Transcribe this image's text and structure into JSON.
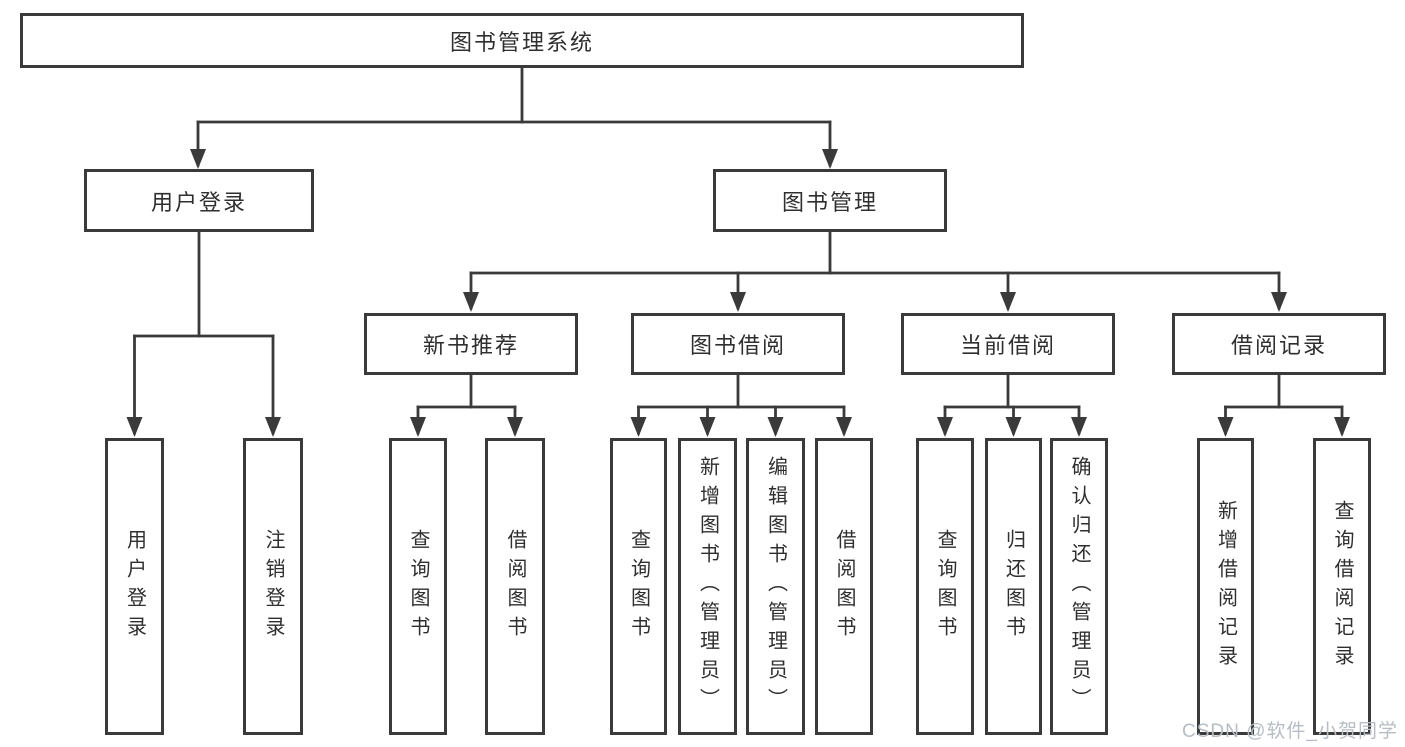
{
  "diagram_type": "functional-structure-tree",
  "colors": {
    "line": "#3a3a3a",
    "box_border": "#3a3a3a",
    "text": "#2f2f2f",
    "watermark": "#b7bdc5",
    "background": "#ffffff"
  },
  "tree": {
    "label": "图书管理系统",
    "children": [
      {
        "label": "用户登录",
        "children": [
          {
            "label": "用户登录"
          },
          {
            "label": "注销登录"
          }
        ]
      },
      {
        "label": "图书管理",
        "children": [
          {
            "label": "新书推荐",
            "children": [
              {
                "label": "查询图书"
              },
              {
                "label": "借阅图书"
              }
            ]
          },
          {
            "label": "图书借阅",
            "children": [
              {
                "label": "查询图书"
              },
              {
                "label": "新增图书（管理员）"
              },
              {
                "label": "编辑图书（管理员）"
              },
              {
                "label": "借阅图书"
              }
            ]
          },
          {
            "label": "当前借阅",
            "children": [
              {
                "label": "查询图书"
              },
              {
                "label": "归还图书"
              },
              {
                "label": "确认归还（管理员）"
              }
            ]
          },
          {
            "label": "借阅记录",
            "children": [
              {
                "label": "新增借阅记录"
              },
              {
                "label": "查询借阅记录"
              }
            ]
          }
        ]
      }
    ]
  },
  "watermark": {
    "text": "CSDN @软件_小贺同学"
  }
}
